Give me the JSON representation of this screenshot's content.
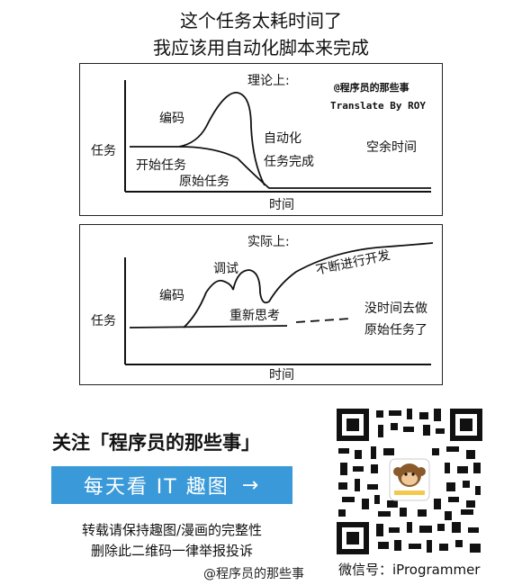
{
  "header": {
    "line1": "这个任务太耗时间了",
    "line2": "我应该用自动化脚本来完成"
  },
  "panel_theory": {
    "title": "理论上:",
    "credit": "@程序员的那些事",
    "translate": "Translate By ROY",
    "ylabel": "任务",
    "xlabel": "时间",
    "labels": {
      "coding": "编码",
      "start_task": "开始任务",
      "automation": "自动化",
      "task_done": "任务完成",
      "original_task": "原始任务",
      "free_time": "空余时间"
    }
  },
  "panel_reality": {
    "title": "实际上:",
    "ylabel": "任务",
    "xlabel": "时间",
    "labels": {
      "debug": "调试",
      "coding": "编码",
      "rethink": "重新思考",
      "keep_dev": "不断进行开发",
      "no_time_line1": "没时间去做",
      "no_time_line2": "原始任务了"
    }
  },
  "footer": {
    "follow": "关注「程序员的那些事」",
    "button": "每天看 IT 趣图",
    "button_arrow": "→",
    "note_line1": "转载请保持趣图/漫画的完整性",
    "note_line2": "删除此二维码一律举报投诉",
    "wechat": "微信号：iProgrammer",
    "watermark": "@程序员的那些事"
  }
}
